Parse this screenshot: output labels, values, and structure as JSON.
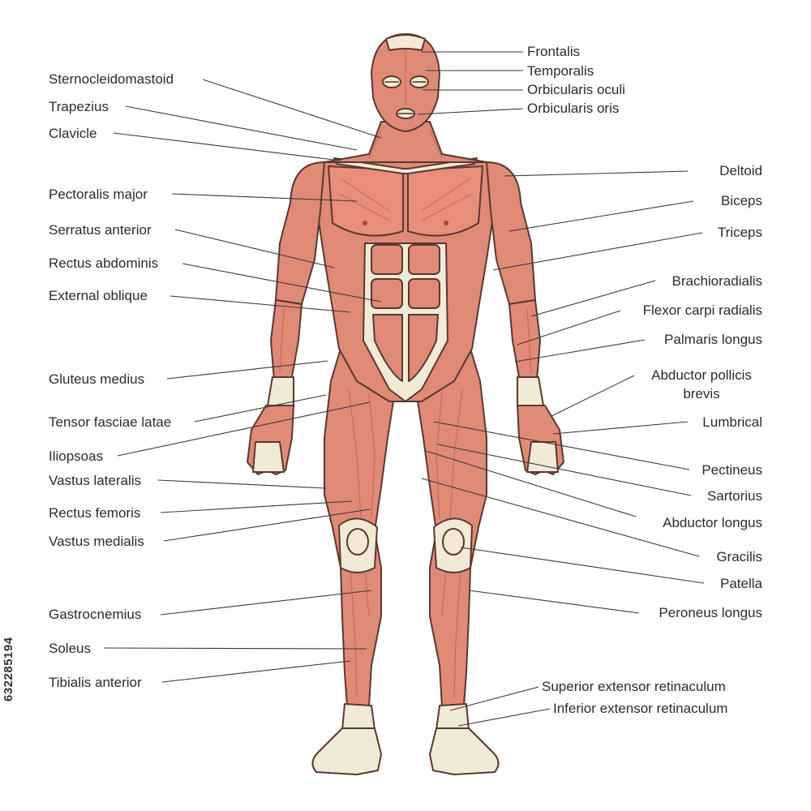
{
  "colors": {
    "muscle": "#e08a78",
    "muscle_dark": "#c86a5c",
    "tendon": "#f1ead6",
    "outline": "#5a3830",
    "leader_line": "#3a3a3a",
    "text": "#2b2b2b"
  },
  "labels_left": [
    {
      "id": "sternocleidomastoid",
      "text": "Sternocleidomastoid"
    },
    {
      "id": "trapezius",
      "text": "Trapezius"
    },
    {
      "id": "clavicle",
      "text": "Clavicle"
    },
    {
      "id": "pectoralis-major",
      "text": "Pectoralis major"
    },
    {
      "id": "serratus-anterior",
      "text": "Serratus anterior"
    },
    {
      "id": "rectus-abdominis",
      "text": "Rectus abdominis"
    },
    {
      "id": "external-oblique",
      "text": "External oblique"
    },
    {
      "id": "gluteus-medius",
      "text": "Gluteus medius"
    },
    {
      "id": "tensor-fasciae-latae",
      "text": "Tensor fasciae latae"
    },
    {
      "id": "iliopsoas",
      "text": "Iliopsoas"
    },
    {
      "id": "vastus-lateralis",
      "text": "Vastus lateralis"
    },
    {
      "id": "rectus-femoris",
      "text": "Rectus femoris"
    },
    {
      "id": "vastus-medialis",
      "text": "Vastus medialis"
    },
    {
      "id": "gastrocnemius",
      "text": "Gastrocnemius"
    },
    {
      "id": "soleus",
      "text": "Soleus"
    },
    {
      "id": "tibialis-anterior",
      "text": "Tibialis anterior"
    }
  ],
  "labels_head": [
    {
      "id": "frontalis",
      "text": "Frontalis"
    },
    {
      "id": "temporalis",
      "text": "Temporalis"
    },
    {
      "id": "orbicularis-oculi",
      "text": "Orbicularis oculi"
    },
    {
      "id": "orbicularis-oris",
      "text": "Orbicularis oris"
    }
  ],
  "labels_right": [
    {
      "id": "deltoid",
      "text": "Deltoid"
    },
    {
      "id": "biceps",
      "text": "Biceps"
    },
    {
      "id": "triceps",
      "text": "Triceps"
    },
    {
      "id": "brachioradialis",
      "text": "Brachioradialis"
    },
    {
      "id": "flexor-carpi-radialis",
      "text": "Flexor carpi radialis"
    },
    {
      "id": "palmaris-longus",
      "text": "Palmaris longus"
    },
    {
      "id": "abductor-pollicis-brevis-1",
      "text": "Abductor pollicis"
    },
    {
      "id": "abductor-pollicis-brevis-2",
      "text": "brevis"
    },
    {
      "id": "lumbrical",
      "text": "Lumbrical"
    },
    {
      "id": "pectineus",
      "text": "Pectineus"
    },
    {
      "id": "sartorius",
      "text": "Sartorius"
    },
    {
      "id": "abductor-longus",
      "text": "Abductor longus"
    },
    {
      "id": "gracilis",
      "text": "Gracilis"
    },
    {
      "id": "patella",
      "text": "Patella"
    },
    {
      "id": "peroneus-longus",
      "text": "Peroneus longus"
    }
  ],
  "labels_lower_right": [
    {
      "id": "superior-extensor-retinaculum",
      "text": "Superior extensor retinaculum"
    },
    {
      "id": "inferior-extensor-retinaculum",
      "text": "Inferior extensor retinaculum"
    }
  ],
  "stock_id": "632285194"
}
